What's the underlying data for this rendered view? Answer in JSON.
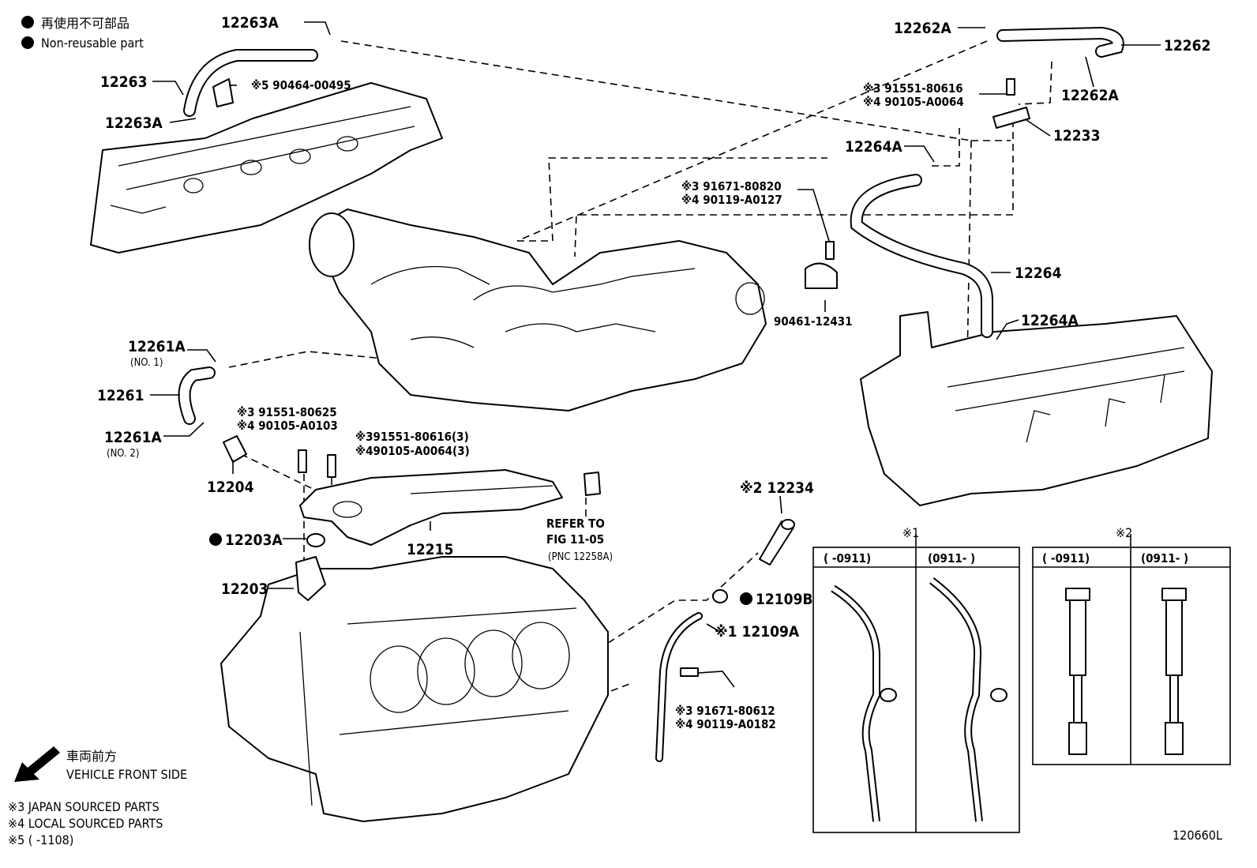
{
  "legend": {
    "non_reusable_jp": "再使用不可部品",
    "non_reusable_en": "Non-reusable part"
  },
  "parts": {
    "p12263A_top": "12263A",
    "p12263": "12263",
    "p12263A_bot": "12263A",
    "clip_top": "※5 90464-00495",
    "p12262A_top": "12262A",
    "p12262": "12262",
    "p12262A_right": "12262A",
    "bolt_a_line1": "※3 91551-80616",
    "bolt_a_line2": "※4 90105-A0064",
    "p12233": "12233",
    "p12264A_top": "12264A",
    "bolt_b_line1": "※3 91671-80820",
    "bolt_b_line2": "※4 90119-A0127",
    "p12264": "12264",
    "clamp": "90461-12431",
    "p12264A_right": "12264A",
    "p12261A_top": "12261A",
    "p12261A_top_sub": "(NO. 1)",
    "p12261": "12261",
    "p12261A_bot": "12261A",
    "p12261A_bot_sub": "(NO. 2)",
    "p12204": "12204",
    "bolt_c_line1": "※3 91551-80625",
    "bolt_c_line2": "※4 90105-A0103",
    "bolt_d_line1": "※391551-80616(3)",
    "bolt_d_line2": "※490105-A0064(3)",
    "p12203A": "12203A",
    "p12215": "12215",
    "p12203": "12203",
    "refer_line1": "REFER TO",
    "refer_line2": "FIG 11-05",
    "refer_line3": "(PNC 12258A)",
    "p12234": "※2 12234",
    "p12109B": "12109B",
    "p12109A": "※1 12109A",
    "bolt_e_line1": "※3 91671-80612",
    "bolt_e_line2": "※4 90119-A0182"
  },
  "variants": {
    "group1_mark": "※1",
    "group2_mark": "※2",
    "g1_col1": "(     -0911)",
    "g1_col2": "(0911-     )",
    "g2_col1": "(     -0911)",
    "g2_col2": "(0911-     )"
  },
  "direction": {
    "jp": "車両前方",
    "en": "VEHICLE FRONT SIDE"
  },
  "footnotes": {
    "note3": "※3 JAPAN SOURCED PARTS",
    "note4": "※4 LOCAL SOURCED PARTS",
    "note5": "※5 (       -1108)"
  },
  "figure_id": "120660L"
}
